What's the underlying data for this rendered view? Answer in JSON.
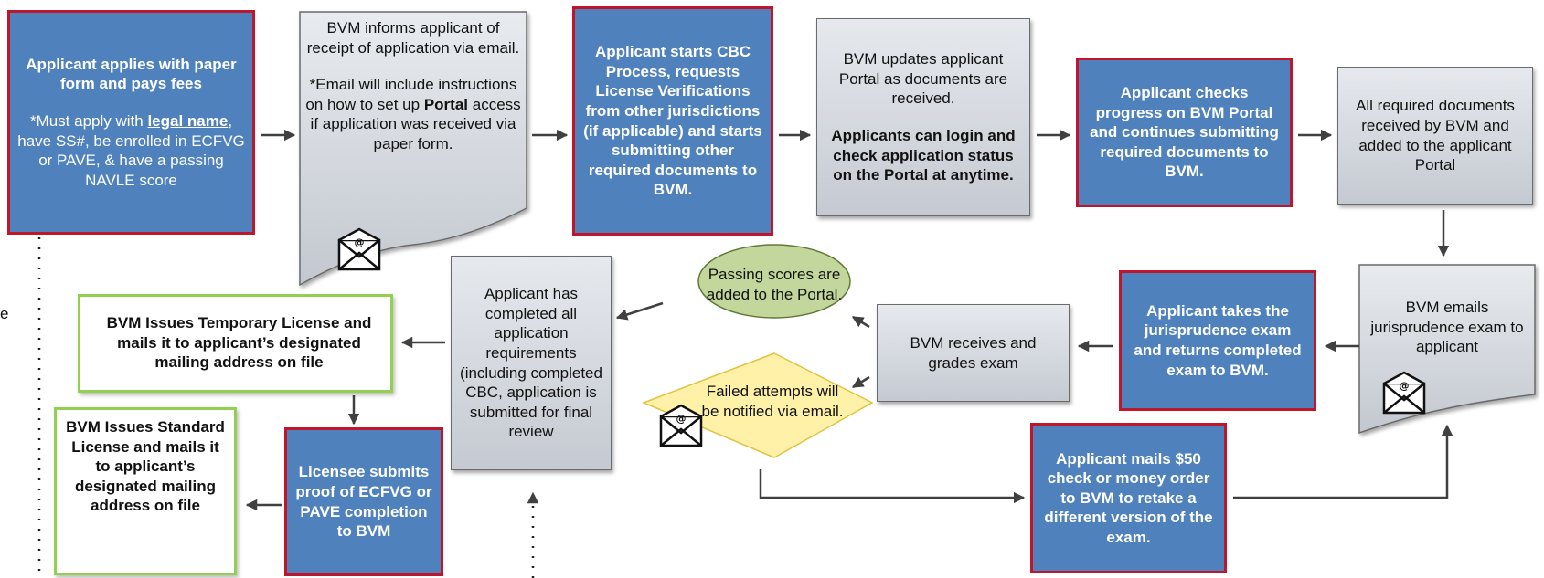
{
  "nodes": {
    "apply": {
      "title": "Applicant applies with paper form and pays fees",
      "note_start": "*Must apply with ",
      "note_legal_name": "legal name",
      "note_end": ", have SS#, be enrolled in ECFVG or PAVE, & have a passing NAVLE score"
    },
    "receipt": {
      "line1": "BVM informs applicant of receipt of application via email.",
      "line2_start": "*Email will include instructions on how to set up ",
      "line2_portal": "Portal",
      "line2_end": " access if application was received via paper form."
    },
    "cbc": {
      "text": "Applicant starts CBC Process, requests License Verifications from other jurisdictions (if applicable) and starts submitting other required documents to BVM."
    },
    "portal_update": {
      "line1": "BVM updates applicant Portal as documents are received.",
      "line2": "Applicants can login and check application status on the Portal at anytime."
    },
    "check_progress": {
      "text": "Applicant checks progress on BVM Portal and continues submitting required documents to BVM."
    },
    "docs_received": {
      "text": "All required documents received by BVM and added to the applicant Portal"
    },
    "emails_exam": {
      "text": "BVM emails jurisprudence exam to applicant"
    },
    "takes_exam": {
      "text": "Applicant  takes the jurisprudence exam and returns completed exam to BVM."
    },
    "grades": {
      "text": "BVM receives and grades exam"
    },
    "passing": {
      "text": "Passing scores are added to the Portal."
    },
    "failed": {
      "text": "Failed attempts will be notified via email."
    },
    "retake": {
      "text": "Applicant mails $50 check or money order  to BVM to retake a different version of the exam."
    },
    "completed": {
      "text": "Applicant has completed all application requirements (including completed CBC, application is submitted for final review"
    },
    "temp_license": {
      "text": "BVM Issues Temporary License and mails it to applicant’s designated mailing address on file"
    },
    "proof": {
      "text": "Licensee submits proof of ECFVG or PAVE completion to BVM"
    },
    "standard_license": {
      "text": "BVM Issues Standard License and mails it to applicant’s designated mailing address on file"
    }
  },
  "edge_stub": "e",
  "icons": [
    "email-at-icon",
    "mail-envelope-icon"
  ],
  "colors": {
    "blue_fill": "#4f81bd",
    "red_border": "#c0162c",
    "gray_fill": "#d6dae0",
    "green_border": "#92d050",
    "oval_fill": "#c3d69b",
    "diamond_fill": "#fff2a8",
    "arrow": "#404040"
  }
}
